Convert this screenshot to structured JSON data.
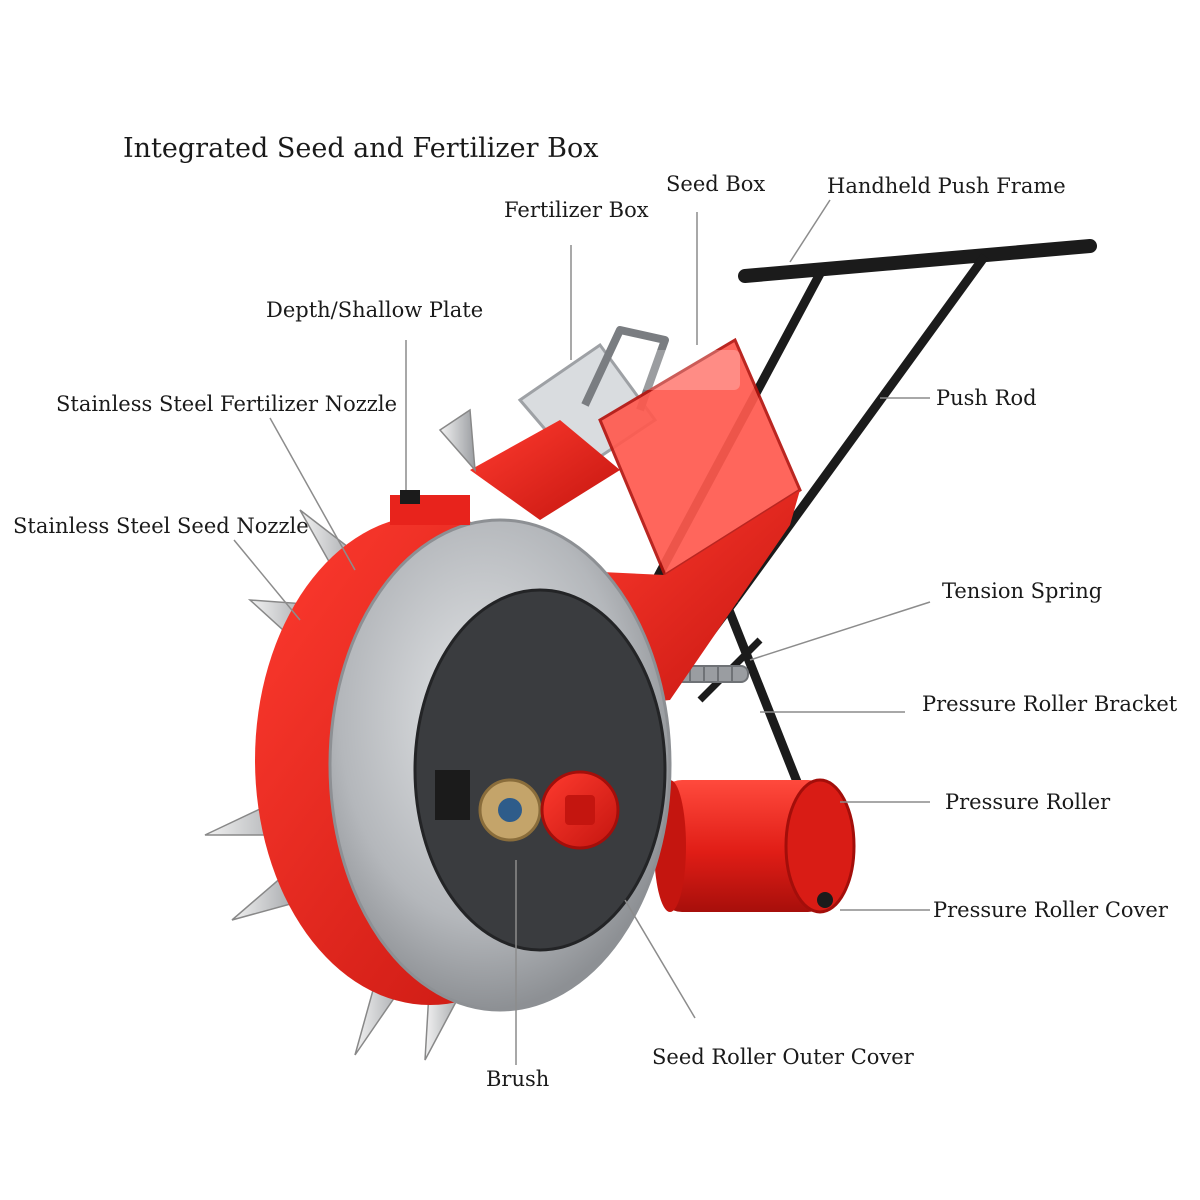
{
  "diagram": {
    "heading": "Integrated Seed and Fertilizer Box",
    "labels": {
      "seed_box": "Seed Box",
      "handheld_push_frame": "Handheld Push Frame",
      "fertilizer_box": "Fertilizer Box",
      "depth_shallow_plate": "Depth/Shallow Plate",
      "push_rod": "Push Rod",
      "fertilizer_nozzle": "Stainless Steel Fertilizer Nozzle",
      "seed_nozzle": "Stainless Steel Seed Nozzle",
      "tension_spring": "Tension Spring",
      "pressure_roller_bracket": "Pressure Roller Bracket",
      "pressure_roller": "Pressure Roller",
      "pressure_roller_cover": "Pressure Roller Cover",
      "brush": "Brush",
      "seed_roller_outer_cover": "Seed Roller Outer Cover"
    },
    "colors": {
      "machine_red": "#e8231c",
      "dark_red": "#b5140f",
      "steel": "#b9bcc0",
      "frame_black": "#1b1b1b",
      "leader_line": "#8c8c8c"
    }
  }
}
